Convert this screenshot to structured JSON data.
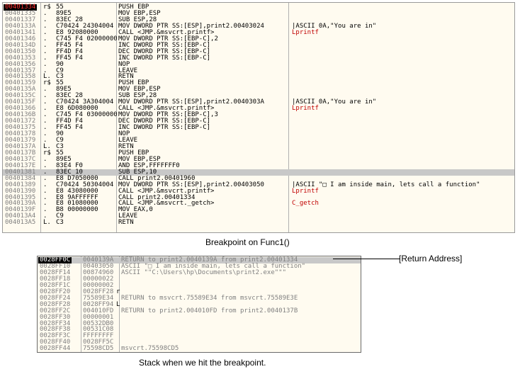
{
  "disasm": {
    "rows": [
      {
        "addr": "00401334",
        "sel": true,
        "bk": "r$",
        "hex": "55",
        "ins": "PUSH EBP",
        "com": ""
      },
      {
        "addr": "00401335",
        "bk": ".",
        "hex": "89E5",
        "ins": "MOV EBP,ESP",
        "com": ""
      },
      {
        "addr": "00401337",
        "bk": ".",
        "hex": "83EC 28",
        "ins": "SUB ESP,28",
        "com": ""
      },
      {
        "addr": "0040133A",
        "bk": ".",
        "hex": "C70424 24304004",
        "ins": "MOV DWORD PTR SS:[ESP],print2.00403024",
        "com": "|ASCII 0A,\"You are in\""
      },
      {
        "addr": "00401341",
        "bk": ".",
        "hex": "E8 92080000",
        "ins": "CALL <JMP.&msvcrt.printf>",
        "com": "Lprintf",
        "red": true
      },
      {
        "addr": "00401346",
        "bk": ".",
        "hex": "C745 F4 02000000",
        "ins": "MOV DWORD PTR SS:[EBP-C],2",
        "com": ""
      },
      {
        "addr": "0040134D",
        "bk": ".",
        "hex": "FF45 F4",
        "ins": "INC DWORD PTR SS:[EBP-C]",
        "com": ""
      },
      {
        "addr": "00401350",
        "bk": ".",
        "hex": "FF4D F4",
        "ins": "DEC DWORD PTR SS:[EBP-C]",
        "com": ""
      },
      {
        "addr": "00401353",
        "bk": ".",
        "hex": "FF45 F4",
        "ins": "INC DWORD PTR SS:[EBP-C]",
        "com": ""
      },
      {
        "addr": "00401356",
        "bk": ".",
        "hex": "90",
        "ins": "NOP",
        "com": ""
      },
      {
        "addr": "00401357",
        "bk": ".",
        "hex": "C9",
        "ins": "LEAVE",
        "com": ""
      },
      {
        "addr": "00401358",
        "bk": "L.",
        "hex": "C3",
        "ins": "RETN",
        "com": ""
      },
      {
        "addr": "00401359",
        "bk": "r$",
        "hex": "55",
        "ins": "PUSH EBP",
        "com": ""
      },
      {
        "addr": "0040135A",
        "bk": ".",
        "hex": "89E5",
        "ins": "MOV EBP,ESP",
        "com": ""
      },
      {
        "addr": "0040135C",
        "bk": ".",
        "hex": "83EC 28",
        "ins": "SUB ESP,28",
        "com": ""
      },
      {
        "addr": "0040135F",
        "bk": ".",
        "hex": "C70424 3A304004",
        "ins": "MOV DWORD PTR SS:[ESP],print2.0040303A",
        "com": "|ASCII 0A,\"You are in\""
      },
      {
        "addr": "00401366",
        "bk": ".",
        "hex": "E8 6D080000",
        "ins": "CALL <JMP.&msvcrt.printf>",
        "com": "Lprintf",
        "red": true
      },
      {
        "addr": "0040136B",
        "bk": ".",
        "hex": "C745 F4 03000000",
        "ins": "MOV DWORD PTR SS:[EBP-C],3",
        "com": ""
      },
      {
        "addr": "00401372",
        "bk": ".",
        "hex": "FF4D F4",
        "ins": "DEC DWORD PTR SS:[EBP-C]",
        "com": ""
      },
      {
        "addr": "00401375",
        "bk": ".",
        "hex": "FF45 F4",
        "ins": "INC DWORD PTR SS:[EBP-C]",
        "com": ""
      },
      {
        "addr": "00401378",
        "bk": ".",
        "hex": "90",
        "ins": "NOP",
        "com": ""
      },
      {
        "addr": "00401379",
        "bk": ".",
        "hex": "C9",
        "ins": "LEAVE",
        "com": ""
      },
      {
        "addr": "0040137A",
        "bk": "L.",
        "hex": "C3",
        "ins": "RETN",
        "com": ""
      },
      {
        "addr": "0040137B",
        "bk": "r$",
        "hex": "55",
        "ins": "PUSH EBP",
        "com": ""
      },
      {
        "addr": "0040137C",
        "bk": ".",
        "hex": "89E5",
        "ins": "MOV EBP,ESP",
        "com": ""
      },
      {
        "addr": "0040137E",
        "bk": ".",
        "hex": "83E4 F0",
        "ins": "AND ESP,FFFFFFF0",
        "com": ""
      },
      {
        "addr": "00401381",
        "hl": true,
        "bk": ".",
        "hex": "83EC 10",
        "ins": "SUB ESP,10",
        "com": ""
      },
      {
        "addr": "00401384",
        "bk": ".",
        "hex": "E8 D7050000",
        "ins": "CALL print2.00401960",
        "com": ""
      },
      {
        "addr": "00401389",
        "bk": ".",
        "hex": "C70424 50304004",
        "ins": "MOV DWORD PTR SS:[ESP],print2.00403050",
        "com": "|ASCII \"□ I am inside main, lets call a function\""
      },
      {
        "addr": "00401390",
        "bk": ".",
        "hex": "E8 43080000",
        "ins": "CALL <JMP.&msvcrt.printf>",
        "com": "Lprintf",
        "red": true
      },
      {
        "addr": "00401395",
        "bk": ".",
        "hex": "E8 9AFFFFFF",
        "ins": "CALL print2.00401334",
        "com": ""
      },
      {
        "addr": "0040139A",
        "bk": ".",
        "hex": "E8 01080000",
        "ins": "CALL <JMP.&msvcrt._getch>",
        "com": "C_getch",
        "red": true
      },
      {
        "addr": "0040139F",
        "bk": ".",
        "hex": "B8 00000000",
        "ins": "MOV EAX,0",
        "com": ""
      },
      {
        "addr": "004013A4",
        "bk": ".",
        "hex": "C9",
        "ins": "LEAVE",
        "com": ""
      },
      {
        "addr": "004013A5",
        "bk": "L.",
        "hex": "C3",
        "ins": "RETN",
        "com": ""
      }
    ]
  },
  "caption_breakpoint": "Breakpoint on Func1()",
  "stack": {
    "rows": [
      {
        "addr": "0028FF0C",
        "sel": true,
        "val": "0040139A",
        "com": "RETURN to print2.0040139A from print2.00401334",
        "hl": true
      },
      {
        "addr": "0028FF10",
        "val": "00403050",
        "com": "ASCII \"□ I am inside main, lets call a function\""
      },
      {
        "addr": "0028FF14",
        "val": "00874960",
        "com": "ASCII \"\"C:\\Users\\hp\\Documents\\print2.exe\"\"\""
      },
      {
        "addr": "0028FF18",
        "val": "00000022",
        "com": ""
      },
      {
        "addr": "0028FF1C",
        "val": "00000002",
        "com": ""
      },
      {
        "addr": "0028FF20",
        "val": "0028FF28",
        "com": "",
        "bk": "r"
      },
      {
        "addr": "0028FF24",
        "val": "75589E34",
        "com": "RETURN to msvcrt.75589E34 from msvcrt.75589E3E"
      },
      {
        "addr": "0028FF28",
        "val": "0028FF94",
        "com": "",
        "bk": "L"
      },
      {
        "addr": "0028FF2C",
        "val": "004010FD",
        "com": "RETURN to print2.004010FD from print2.0040137B"
      },
      {
        "addr": "0028FF30",
        "val": "00000001",
        "com": ""
      },
      {
        "addr": "0028FF34",
        "val": "00532DB0",
        "com": ""
      },
      {
        "addr": "0028FF38",
        "val": "00531C08",
        "com": ""
      },
      {
        "addr": "0028FF3C",
        "val": "FFFFFFFF",
        "com": ""
      },
      {
        "addr": "0028FF40",
        "val": "0028FF5C",
        "com": ""
      },
      {
        "addr": "0028FF44",
        "val": "75598CD5",
        "com": "msvcrt.75598CD5"
      }
    ]
  },
  "return_label": "[Return Address]",
  "caption_stack": "Stack when we hit the breakpoint."
}
